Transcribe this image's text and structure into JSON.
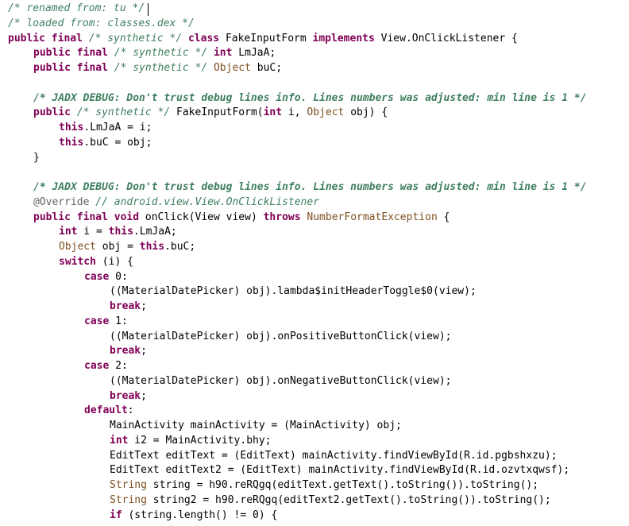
{
  "editor": {
    "lines": [
      {
        "indent": 0,
        "tokens": [
          {
            "t": "/* renamed from: tu */",
            "k": "comment"
          }
        ]
      },
      {
        "indent": 0,
        "tokens": [
          {
            "t": "/* loaded from: classes.dex */",
            "k": "comment"
          }
        ]
      },
      {
        "indent": 0,
        "tokens": [
          {
            "t": "public final ",
            "k": "keyword"
          },
          {
            "t": "/* synthetic */",
            "k": "comment"
          },
          {
            "t": " ",
            "k": "plain"
          },
          {
            "t": "class",
            "k": "keyword"
          },
          {
            "t": " FakeInputForm ",
            "k": "plain"
          },
          {
            "t": "implements",
            "k": "keyword"
          },
          {
            "t": " View.OnClickListener {",
            "k": "plain"
          }
        ]
      },
      {
        "indent": 1,
        "tokens": [
          {
            "t": "public final ",
            "k": "keyword"
          },
          {
            "t": "/* synthetic */",
            "k": "comment"
          },
          {
            "t": " ",
            "k": "plain"
          },
          {
            "t": "int",
            "k": "keyword"
          },
          {
            "t": " LmJaA;",
            "k": "plain"
          }
        ]
      },
      {
        "indent": 1,
        "tokens": [
          {
            "t": "public final ",
            "k": "keyword"
          },
          {
            "t": "/* synthetic */",
            "k": "comment"
          },
          {
            "t": " ",
            "k": "plain"
          },
          {
            "t": "Object",
            "k": "type"
          },
          {
            "t": " buC;",
            "k": "plain"
          }
        ]
      },
      {
        "indent": 0,
        "tokens": []
      },
      {
        "indent": 1,
        "tokens": [
          {
            "t": "/* JADX DEBUG: Don't trust debug lines info. Lines numbers was adjusted: min line is 1 */",
            "k": "jadx"
          }
        ]
      },
      {
        "indent": 1,
        "tokens": [
          {
            "t": "public ",
            "k": "keyword"
          },
          {
            "t": "/* synthetic */",
            "k": "comment"
          },
          {
            "t": " FakeInputForm(",
            "k": "plain"
          },
          {
            "t": "int",
            "k": "keyword"
          },
          {
            "t": " i, ",
            "k": "plain"
          },
          {
            "t": "Object",
            "k": "type"
          },
          {
            "t": " obj) {",
            "k": "plain"
          }
        ]
      },
      {
        "indent": 2,
        "tokens": [
          {
            "t": "this",
            "k": "keyword"
          },
          {
            "t": ".LmJaA = i;",
            "k": "plain"
          }
        ]
      },
      {
        "indent": 2,
        "tokens": [
          {
            "t": "this",
            "k": "keyword"
          },
          {
            "t": ".buC = obj;",
            "k": "plain"
          }
        ]
      },
      {
        "indent": 1,
        "tokens": [
          {
            "t": "}",
            "k": "plain"
          }
        ]
      },
      {
        "indent": 0,
        "tokens": []
      },
      {
        "indent": 1,
        "tokens": [
          {
            "t": "/* JADX DEBUG: Don't trust debug lines info. Lines numbers was adjusted: min line is 1 */",
            "k": "jadx"
          }
        ]
      },
      {
        "indent": 1,
        "tokens": [
          {
            "t": "@Override",
            "k": "anno"
          },
          {
            "t": " ",
            "k": "plain"
          },
          {
            "t": "// android.view.View.OnClickListener",
            "k": "comment"
          }
        ]
      },
      {
        "indent": 1,
        "tokens": [
          {
            "t": "public final ",
            "k": "keyword"
          },
          {
            "t": "void",
            "k": "keyword"
          },
          {
            "t": " onClick(View view) ",
            "k": "plain"
          },
          {
            "t": "throws",
            "k": "keyword"
          },
          {
            "t": " ",
            "k": "plain"
          },
          {
            "t": "NumberFormatException",
            "k": "type"
          },
          {
            "t": " {",
            "k": "plain"
          }
        ]
      },
      {
        "indent": 2,
        "tokens": [
          {
            "t": "int",
            "k": "keyword"
          },
          {
            "t": " i = ",
            "k": "plain"
          },
          {
            "t": "this",
            "k": "keyword"
          },
          {
            "t": ".LmJaA;",
            "k": "plain"
          }
        ]
      },
      {
        "indent": 2,
        "tokens": [
          {
            "t": "Object",
            "k": "type"
          },
          {
            "t": " obj = ",
            "k": "plain"
          },
          {
            "t": "this",
            "k": "keyword"
          },
          {
            "t": ".buC;",
            "k": "plain"
          }
        ]
      },
      {
        "indent": 2,
        "tokens": [
          {
            "t": "switch",
            "k": "keyword"
          },
          {
            "t": " (i) {",
            "k": "plain"
          }
        ]
      },
      {
        "indent": 3,
        "tokens": [
          {
            "t": "case",
            "k": "keyword"
          },
          {
            "t": " 0:",
            "k": "plain"
          }
        ]
      },
      {
        "indent": 4,
        "tokens": [
          {
            "t": "((MaterialDatePicker) obj).lambda$initHeaderToggle$0(view);",
            "k": "plain"
          }
        ]
      },
      {
        "indent": 4,
        "tokens": [
          {
            "t": "break",
            "k": "keyword"
          },
          {
            "t": ";",
            "k": "plain"
          }
        ]
      },
      {
        "indent": 3,
        "tokens": [
          {
            "t": "case",
            "k": "keyword"
          },
          {
            "t": " 1:",
            "k": "plain"
          }
        ]
      },
      {
        "indent": 4,
        "tokens": [
          {
            "t": "((MaterialDatePicker) obj).onPositiveButtonClick(view);",
            "k": "plain"
          }
        ]
      },
      {
        "indent": 4,
        "tokens": [
          {
            "t": "break",
            "k": "keyword"
          },
          {
            "t": ";",
            "k": "plain"
          }
        ]
      },
      {
        "indent": 3,
        "tokens": [
          {
            "t": "case",
            "k": "keyword"
          },
          {
            "t": " 2:",
            "k": "plain"
          }
        ]
      },
      {
        "indent": 4,
        "tokens": [
          {
            "t": "((MaterialDatePicker) obj).onNegativeButtonClick(view);",
            "k": "plain"
          }
        ]
      },
      {
        "indent": 4,
        "tokens": [
          {
            "t": "break",
            "k": "keyword"
          },
          {
            "t": ";",
            "k": "plain"
          }
        ]
      },
      {
        "indent": 3,
        "tokens": [
          {
            "t": "default",
            "k": "keyword"
          },
          {
            "t": ":",
            "k": "plain"
          }
        ]
      },
      {
        "indent": 4,
        "tokens": [
          {
            "t": "MainActivity mainActivity = (MainActivity) obj;",
            "k": "plain"
          }
        ]
      },
      {
        "indent": 4,
        "tokens": [
          {
            "t": "int",
            "k": "keyword"
          },
          {
            "t": " i2 = MainActivity.bhy;",
            "k": "plain"
          }
        ]
      },
      {
        "indent": 4,
        "tokens": [
          {
            "t": "EditText editText = (EditText) mainActivity.findViewById(R.id.pgbshxzu);",
            "k": "plain"
          }
        ]
      },
      {
        "indent": 4,
        "tokens": [
          {
            "t": "EditText editText2 = (EditText) mainActivity.findViewById(R.id.ozvtxqwsf);",
            "k": "plain"
          }
        ]
      },
      {
        "indent": 4,
        "tokens": [
          {
            "t": "String",
            "k": "type"
          },
          {
            "t": " string = h90.reRQgq(editText.getText().toString()).toString();",
            "k": "plain"
          }
        ]
      },
      {
        "indent": 4,
        "tokens": [
          {
            "t": "String",
            "k": "type"
          },
          {
            "t": " string2 = h90.reRQgq(editText2.getText().toString()).toString();",
            "k": "plain"
          }
        ]
      },
      {
        "indent": 4,
        "tokens": [
          {
            "t": "if",
            "k": "keyword"
          },
          {
            "t": " (string.length() != 0) {",
            "k": "plain"
          }
        ]
      }
    ]
  }
}
